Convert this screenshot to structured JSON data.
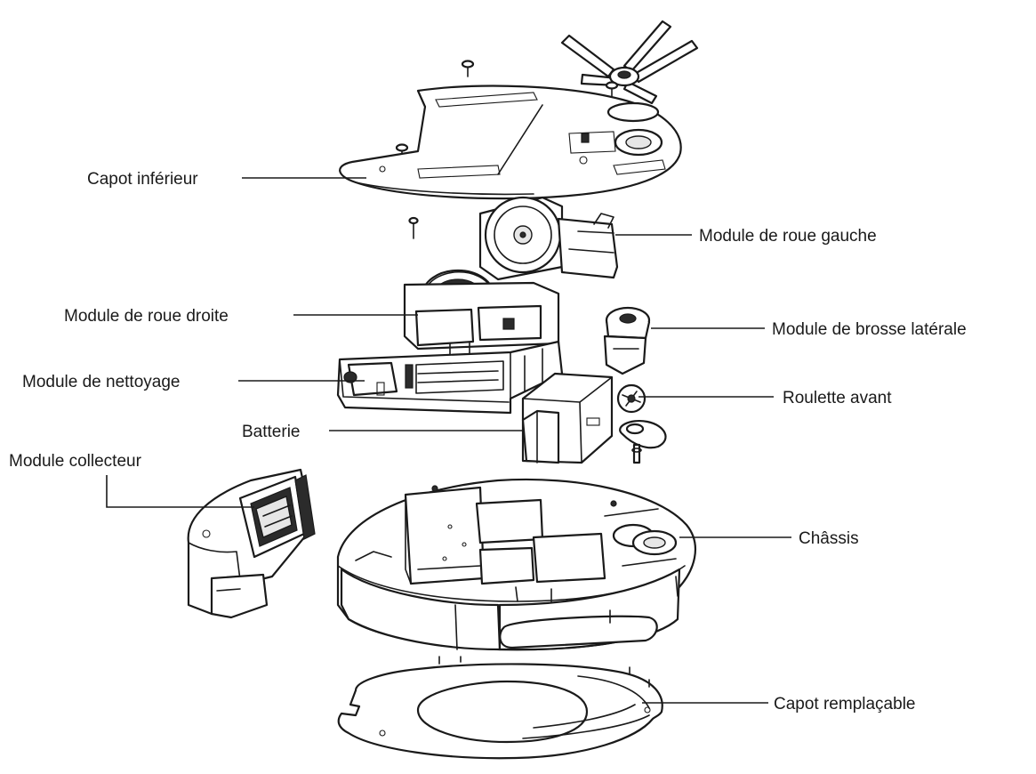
{
  "labels": {
    "capot_inferieur": "Capot inférieur",
    "roue_gauche": "Module de roue gauche",
    "roue_droite": "Module de roue droite",
    "brosse_laterale": "Module de brosse latérale",
    "nettoyage": "Module de nettoyage",
    "roulette_avant": "Roulette avant",
    "batterie": "Batterie",
    "collecteur": "Module collecteur",
    "chassis": "Châssis",
    "capot_remplacable": "Capot remplaçable"
  }
}
